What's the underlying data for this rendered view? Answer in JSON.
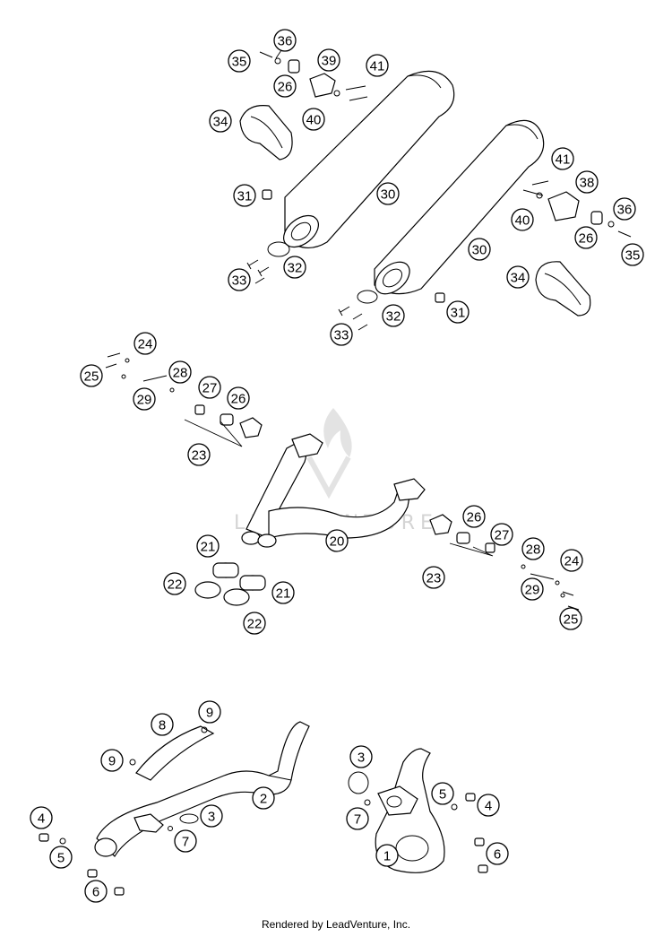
{
  "watermark": "LEADVENTURE",
  "footer": "Rendered by LeadVenture, Inc.",
  "callouts": [
    "35",
    "36",
    "26",
    "39",
    "41",
    "34",
    "40",
    "31",
    "30",
    "33",
    "32",
    "41",
    "38",
    "36",
    "40",
    "26",
    "35",
    "30",
    "34",
    "33",
    "32",
    "31",
    "24",
    "25",
    "28",
    "29",
    "27",
    "26",
    "23",
    "20",
    "21",
    "22",
    "21",
    "22",
    "26",
    "27",
    "23",
    "28",
    "24",
    "29",
    "25",
    "9",
    "8",
    "9",
    "2",
    "3",
    "4",
    "7",
    "5",
    "6",
    "3",
    "5",
    "4",
    "7",
    "1",
    "6"
  ]
}
